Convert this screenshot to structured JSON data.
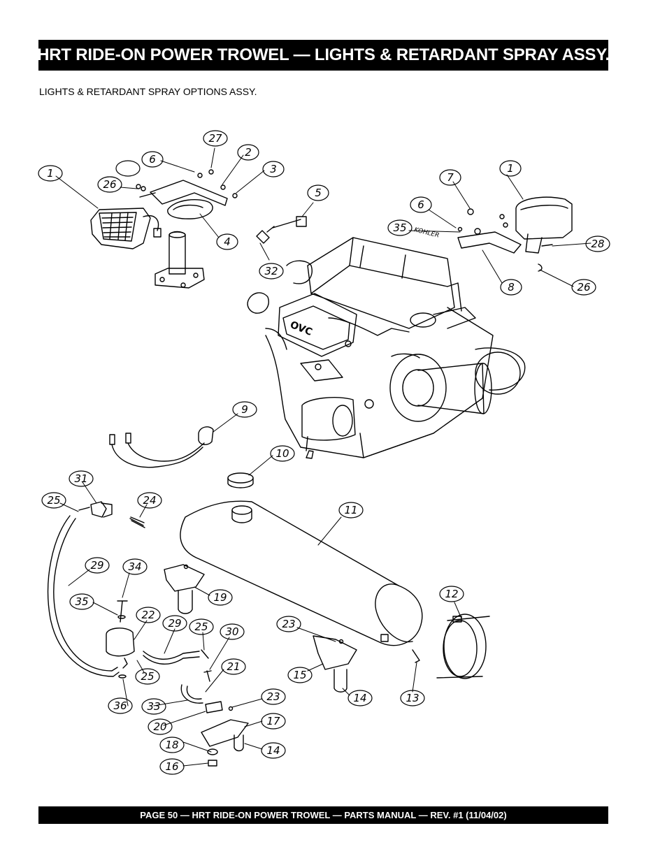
{
  "header": {
    "title": "HRT RIDE-ON POWER TROWEL  — LIGHTS & RETARDANT SPRAY ASSY."
  },
  "section": {
    "subtitle": "LIGHTS & RETARDANT SPRAY OPTIONS ASSY."
  },
  "engine_label": "KOHLER",
  "engine_badge": "OVC",
  "callouts": [
    "1",
    "27",
    "6",
    "2",
    "3",
    "26",
    "4",
    "5",
    "32",
    "7",
    "1",
    "6",
    "35",
    "28",
    "8",
    "26",
    "9",
    "10",
    "31",
    "25",
    "24",
    "11",
    "29",
    "34",
    "19",
    "35",
    "22",
    "29",
    "25",
    "30",
    "12",
    "23",
    "15",
    "14",
    "13",
    "21",
    "25",
    "33",
    "36",
    "23",
    "20",
    "17",
    "18",
    "14",
    "16"
  ],
  "footer": {
    "text": "PAGE 50 — HRT RIDE-ON POWER TROWEL — PARTS MANUAL — REV. #1  (11/04/02)"
  }
}
